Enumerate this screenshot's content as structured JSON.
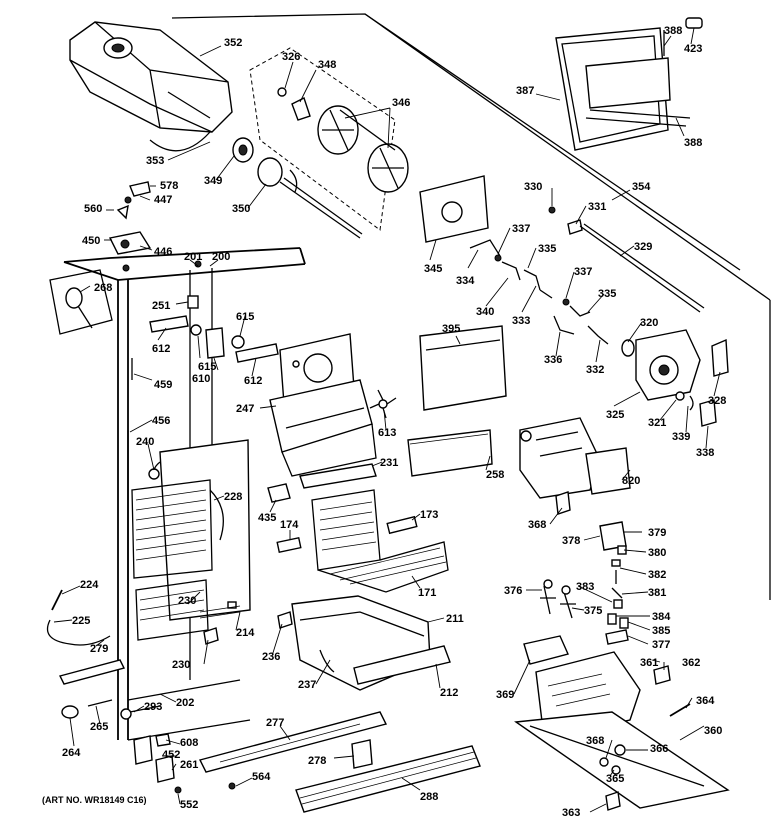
{
  "art_number": "(ART NO. WR18149 C16)",
  "callouts": {
    "c352": "352",
    "c326": "326",
    "c348": "348",
    "c346": "346",
    "c388a": "388",
    "c423": "423",
    "c387": "387",
    "c388b": "388",
    "c353": "353",
    "c349": "349",
    "c350": "350",
    "c354": "354",
    "c578": "578",
    "c447": "447",
    "c560": "560",
    "c450": "450",
    "c446": "446",
    "c330": "330",
    "c331": "331",
    "c329": "329",
    "c337a": "337",
    "c335a": "335",
    "c345": "345",
    "c334": "334",
    "c340": "340",
    "c333": "333",
    "c337b": "337",
    "c335b": "335",
    "c201": "201",
    "c200": "200",
    "c268": "268",
    "c251": "251",
    "c615a": "615",
    "c612a": "612",
    "c615b": "615",
    "c610": "610",
    "c612b": "612",
    "c459": "459",
    "c395": "395",
    "c336": "336",
    "c332": "332",
    "c320": "320",
    "c325": "325",
    "c321": "321",
    "c328": "328",
    "c339": "339",
    "c338": "338",
    "c247": "247",
    "c613": "613",
    "c456": "456",
    "c240": "240",
    "c231": "231",
    "c258": "258",
    "c820": "820",
    "c228": "228",
    "c435": "435",
    "c174": "174",
    "c173": "173",
    "c368a": "368",
    "c378": "378",
    "c379": "379",
    "c380": "380",
    "c382": "382",
    "c381": "381",
    "c171": "171",
    "c224": "224",
    "c376": "376",
    "c383": "383",
    "c375": "375",
    "c230a": "230",
    "c211": "211",
    "c384": "384",
    "c385": "385",
    "c377": "377",
    "c225": "225",
    "c214": "214",
    "c279": "279",
    "c236": "236",
    "c230b": "230",
    "c361": "361",
    "c362": "362",
    "c237": "237",
    "c212": "212",
    "c369": "369",
    "c202": "202",
    "c293": "293",
    "c265": "265",
    "c364": "364",
    "c277": "277",
    "c360": "360",
    "c264": "264",
    "c608": "608",
    "c368b": "368",
    "c366": "366",
    "c452": "452",
    "c261": "261",
    "c278": "278",
    "c564": "564",
    "c365": "365",
    "c552": "552",
    "c288": "288",
    "c363": "363"
  }
}
